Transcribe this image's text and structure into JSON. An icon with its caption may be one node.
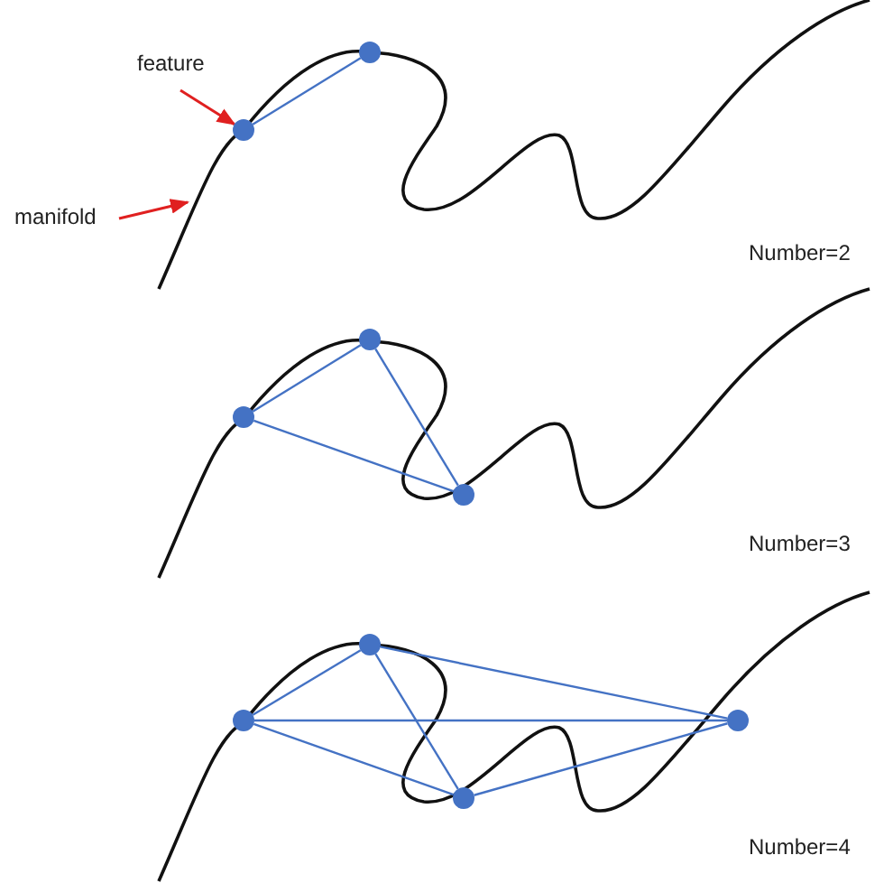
{
  "diagram": {
    "nodes": [
      {
        "text": [
          "feature"
        ]
      },
      {
        "text": [
          "manifold"
        ]
      },
      {
        "text": [],
        "shape": "circle"
      },
      {
        "text": [],
        "shape": "circle"
      },
      {
        "text": [],
        "shape": "circle"
      },
      {
        "text": [],
        "shape": "circle"
      },
      {
        "text": [],
        "shape": "circle"
      },
      {
        "text": [],
        "shape": "circle"
      },
      {
        "text": [],
        "shape": "circle"
      },
      {
        "text": [],
        "shape": "circle"
      },
      {
        "text": [],
        "shape": "circle"
      }
    ],
    "edges": [
      {
        "from": 0,
        "to": 2,
        "arrow": "to",
        "color": "#e02020"
      },
      {
        "from": 1,
        "to": null,
        "arrow": "to",
        "color": "#e02020"
      },
      {
        "from": 2,
        "to": 3,
        "arrow": "none"
      },
      {
        "from": 4,
        "to": 5,
        "arrow": "none"
      },
      {
        "from": 4,
        "to": 6,
        "arrow": "none"
      },
      {
        "from": 5,
        "to": 6,
        "arrow": "none"
      },
      {
        "from": 7,
        "to": 8,
        "arrow": "none"
      },
      {
        "from": 7,
        "to": 9,
        "arrow": "none"
      },
      {
        "from": 7,
        "to": 10,
        "arrow": "none"
      },
      {
        "from": 8,
        "to": 9,
        "arrow": "none"
      },
      {
        "from": 8,
        "to": 10,
        "arrow": "none"
      },
      {
        "from": 9,
        "to": 10,
        "arrow": "none"
      }
    ],
    "labels": [
      "Number=2",
      "Number=3",
      "Number=4"
    ]
  }
}
